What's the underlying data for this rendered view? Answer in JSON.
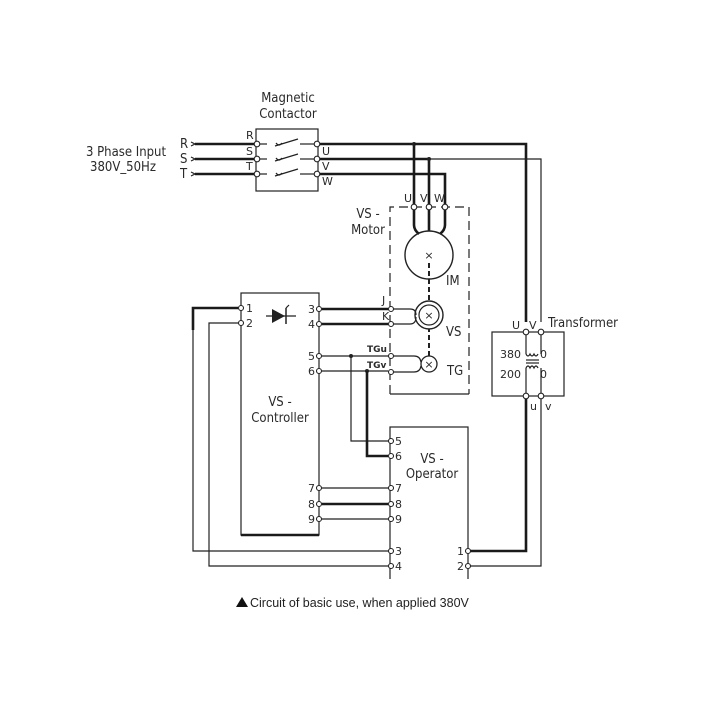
{
  "input": {
    "title_line1": "3 Phase Input",
    "title_line2": "380V_50Hz",
    "phases": [
      "R",
      "S",
      "T"
    ]
  },
  "contactor": {
    "title_line1": "Magnetic",
    "title_line2": "Contactor",
    "in_terminals": [
      "R",
      "S",
      "T"
    ],
    "out_terminals": [
      "U",
      "V",
      "W"
    ]
  },
  "motor": {
    "title_line1": "VS -",
    "title_line2": "Motor",
    "terminals": [
      "U",
      "V",
      "W"
    ],
    "im_label": "IM",
    "vs_label": "VS",
    "tg_label": "TG",
    "vs_terminals": [
      "J",
      "K"
    ],
    "tg_terminals": [
      "TGu",
      "TGv"
    ]
  },
  "controller": {
    "title_line1": "VS -",
    "title_line2": "Controller",
    "left_terminals": [
      "1",
      "2"
    ],
    "right_terminals": [
      "3",
      "4",
      "5",
      "6",
      "7",
      "8",
      "9"
    ]
  },
  "operator": {
    "title_line1": "VS -",
    "title_line2": "Operator",
    "left_terminals": [
      "5",
      "6",
      "7",
      "8",
      "9",
      "3",
      "4"
    ],
    "right_terminals": [
      "1",
      "2"
    ]
  },
  "transformer": {
    "title": "Transformer",
    "primary_terminals": [
      "U",
      "V"
    ],
    "secondary_terminals": [
      "u",
      "v"
    ],
    "primary_voltage": "380",
    "secondary_voltage": "200",
    "tap_label_primary": "0",
    "tap_label_secondary": "0"
  },
  "caption": {
    "icon": "triangle-icon",
    "text": "Circuit of basic use, when applied 380V"
  }
}
